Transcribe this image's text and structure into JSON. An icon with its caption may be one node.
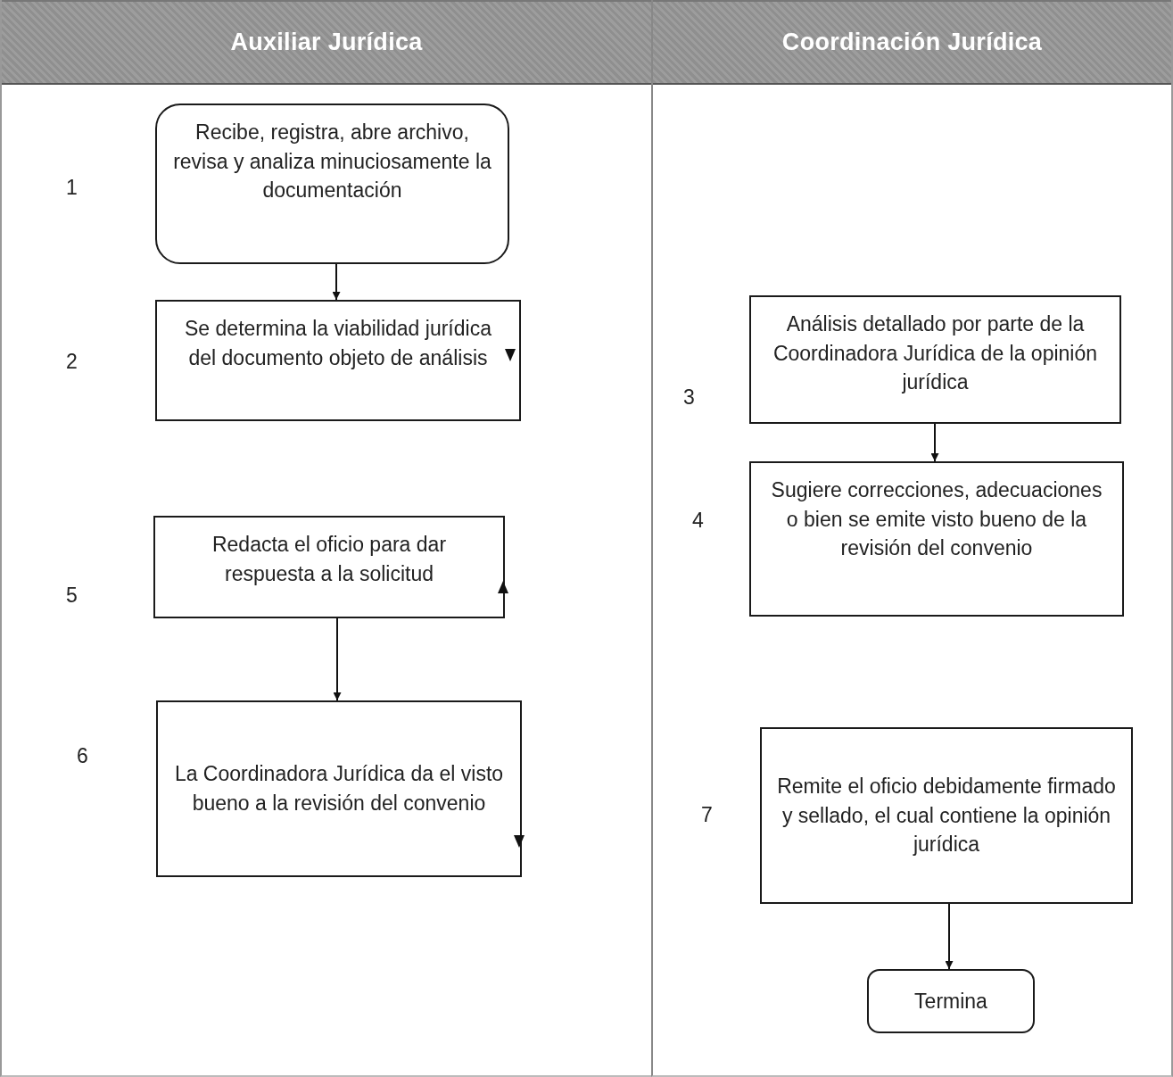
{
  "diagram": {
    "nodes": [
      {
        "text": [
          "Auxiliar Jurídica"
        ]
      },
      {
        "text": [
          "Coordinación Jurídica"
        ]
      },
      {
        "text": [
          "Recibe, registra, abre archivo, revisa y analiza minuciosamente la documentación"
        ],
        "in": 0,
        "beside": [
          "1"
        ]
      },
      {
        "text": [
          "Se determina la viabilidad jurídica del documento objeto de análisis"
        ],
        "in": 0,
        "beside": [
          "2"
        ]
      },
      {
        "text": [
          "Análisis detallado por parte de la Coordinadora Jurídica de la opinión jurídica"
        ],
        "in": 1,
        "beside": [
          "3"
        ]
      },
      {
        "text": [
          "Sugiere correcciones, adecuaciones o bien se emite visto bueno de la revisión del convenio"
        ],
        "in": 1,
        "beside": [
          "4"
        ]
      },
      {
        "text": [
          "Redacta el oficio para dar respuesta a la solicitud"
        ],
        "in": 0,
        "beside": [
          "5"
        ]
      },
      {
        "text": [
          "La Coordinadora Jurídica da el visto bueno a la revisión del convenio"
        ],
        "in": 0,
        "beside": [
          "6"
        ]
      },
      {
        "text": [
          "Remite el oficio debidamente firmado y sellado, el cual contiene la opinión jurídica"
        ],
        "in": 1,
        "beside": [
          "7"
        ]
      },
      {
        "text": [
          "Termina"
        ],
        "in": 1
      }
    ],
    "edges": [
      {
        "from": 2,
        "to": 3,
        "arrow": "to"
      },
      {
        "from": 4,
        "to": 5,
        "arrow": "to"
      },
      {
        "from": 6,
        "to": 7,
        "arrow": "to"
      },
      {
        "from": 8,
        "to": 9,
        "arrow": "to"
      }
    ]
  }
}
